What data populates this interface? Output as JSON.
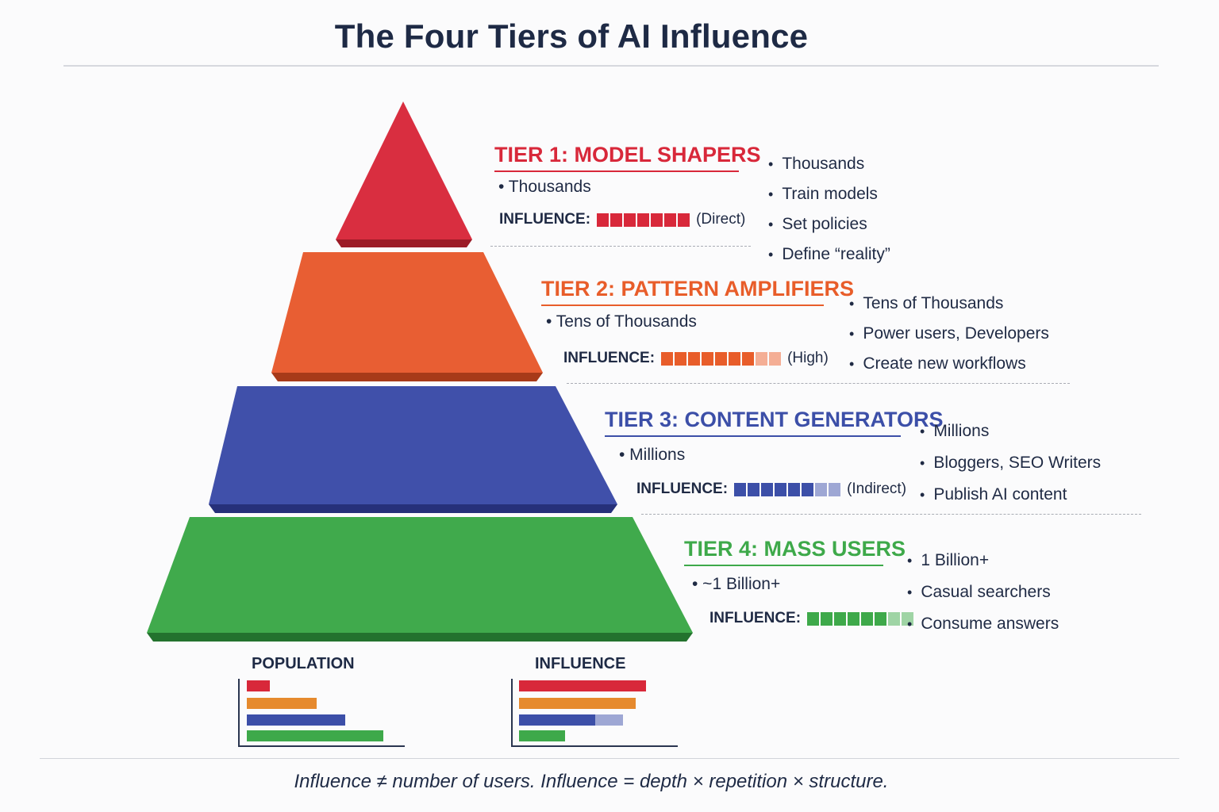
{
  "title": "The Four Tiers of AI Influence",
  "influence_label": "INFLUENCE:",
  "tiers": [
    {
      "title": "TIER 1: MODEL SHAPERS",
      "sub": "• Thousands",
      "influence_note": "(Direct)",
      "influence_level": {
        "filled": 7,
        "faded": 0
      },
      "color": "#d8283a",
      "bullets": [
        "Thousands",
        "Train models",
        "Set policies",
        "Define “reality”"
      ]
    },
    {
      "title": "TIER 2: PATTERN AMPLIFIERS",
      "sub": "• Tens of Thousands",
      "influence_note": "(High)",
      "influence_level": {
        "filled": 7,
        "faded": 2
      },
      "color": "#e85d2a",
      "bullets": [
        "Tens of Thousands",
        "Power users, Developers",
        "Create new workflows"
      ]
    },
    {
      "title": "TIER 3: CONTENT GENERATORS",
      "sub": "• Millions",
      "influence_note": "(Indirect)",
      "influence_level": {
        "filled": 6,
        "faded": 2
      },
      "color": "#3c4fa8",
      "bullets": [
        "Millions",
        "Bloggers, SEO Writers",
        "Publish AI content"
      ]
    },
    {
      "title": "TIER 4: MASS USERS",
      "sub": "• ~1 Billion+",
      "influence_note": "",
      "influence_level": {
        "filled": 6,
        "faded": 2
      },
      "color": "#3ea94a",
      "bullets": [
        "1 Billion+",
        "Casual searchers",
        "Consume answers"
      ]
    }
  ],
  "population_chart": {
    "title": "POPULATION",
    "relative_values": [
      0.17,
      0.51,
      0.72,
      1.0
    ],
    "colors": [
      "#d8283a",
      "#e68a2e",
      "#3c4fa8",
      "#3ea94a"
    ]
  },
  "influence_chart": {
    "title": "INFLUENCE",
    "relative_values": [
      1.0,
      0.92,
      0.82,
      0.36
    ],
    "faded_part": [
      0,
      0,
      0.22,
      0
    ],
    "colors": [
      "#d8283a",
      "#e68a2e",
      "#3c4fa8",
      "#3ea94a"
    ]
  },
  "footer": "Influence ≠ number of users. Influence = depth × repetition × structure."
}
